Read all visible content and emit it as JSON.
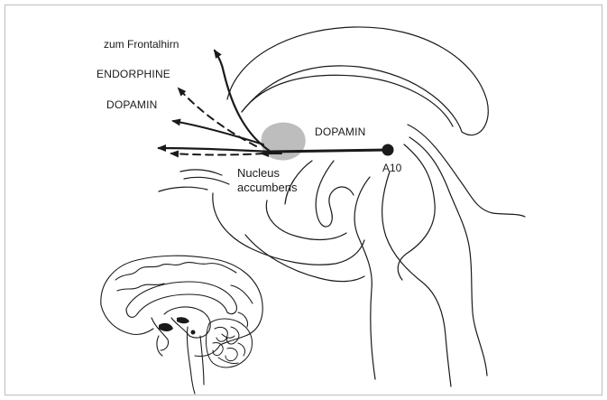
{
  "labels": {
    "zum_frontalhirn": "zum Frontalhirn",
    "endorphine": "ENDORPHINE",
    "dopamin_left": "DOPAMIN",
    "dopamin_center": "DOPAMIN",
    "a10": "A10",
    "nucleus_line1": "Nucleus",
    "nucleus_line2": "accumbens"
  },
  "colors": {
    "line": "#1a1a1a",
    "nucleus_blob": "#bdbdbd",
    "frame": "#bdbdbd"
  }
}
